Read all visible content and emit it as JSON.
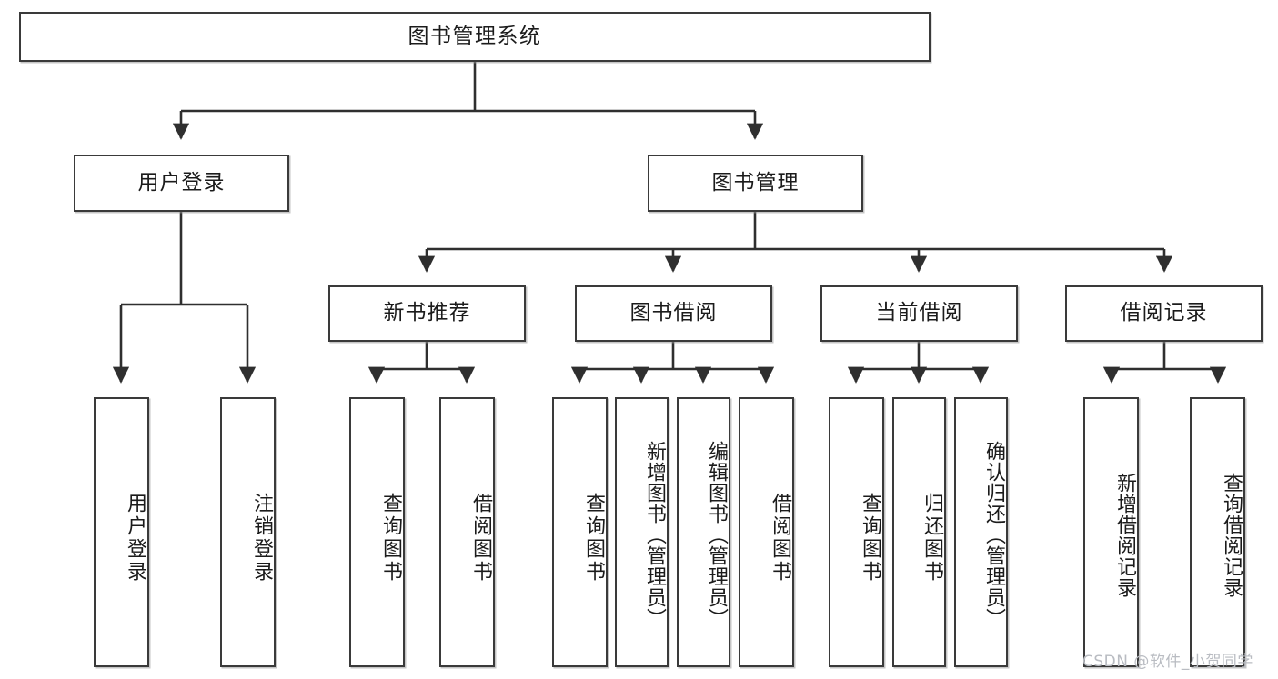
{
  "diagram": {
    "title": "图书管理系统",
    "type": "hierarchy-tree",
    "watermark": "CSDN @软件_小贺同学",
    "colors": {
      "box_border": "#3a3a3a",
      "box_fill": "#ffffff",
      "connector": "#2f2f2f",
      "text": "#1b1b1b",
      "watermark": "#b9bcc2"
    },
    "nodes": {
      "root": {
        "label": "图书管理系统"
      },
      "level2": [
        {
          "id": "user-login",
          "label": "用户登录"
        },
        {
          "id": "book-manage",
          "label": "图书管理"
        }
      ],
      "level3": [
        {
          "id": "new-book-rec",
          "label": "新书推荐"
        },
        {
          "id": "book-borrow",
          "label": "图书借阅"
        },
        {
          "id": "current-borrow",
          "label": "当前借阅"
        },
        {
          "id": "borrow-record",
          "label": "借阅记录"
        }
      ],
      "leaves": {
        "user-login": [
          {
            "id": "leaf-user-login",
            "label": "用户登录"
          },
          {
            "id": "leaf-user-logout",
            "label": "注销登录"
          }
        ],
        "new-book-rec": [
          {
            "id": "leaf-query-book-1",
            "label": "查询图书"
          },
          {
            "id": "leaf-borrow-book-1",
            "label": "借阅图书"
          }
        ],
        "book-borrow": [
          {
            "id": "leaf-query-book-2",
            "label": "查询图书"
          },
          {
            "id": "leaf-add-book",
            "label": "新增图书（管理员）"
          },
          {
            "id": "leaf-edit-book",
            "label": "编辑图书（管理员）"
          },
          {
            "id": "leaf-borrow-book-2",
            "label": "借阅图书"
          }
        ],
        "current-borrow": [
          {
            "id": "leaf-query-book-3",
            "label": "查询图书"
          },
          {
            "id": "leaf-return-book",
            "label": "归还图书"
          },
          {
            "id": "leaf-confirm-return",
            "label": "确认归还（管理员）"
          }
        ],
        "borrow-record": [
          {
            "id": "leaf-add-record",
            "label": "新增借阅记录"
          },
          {
            "id": "leaf-query-record",
            "label": "查询借阅记录"
          }
        ]
      }
    }
  }
}
